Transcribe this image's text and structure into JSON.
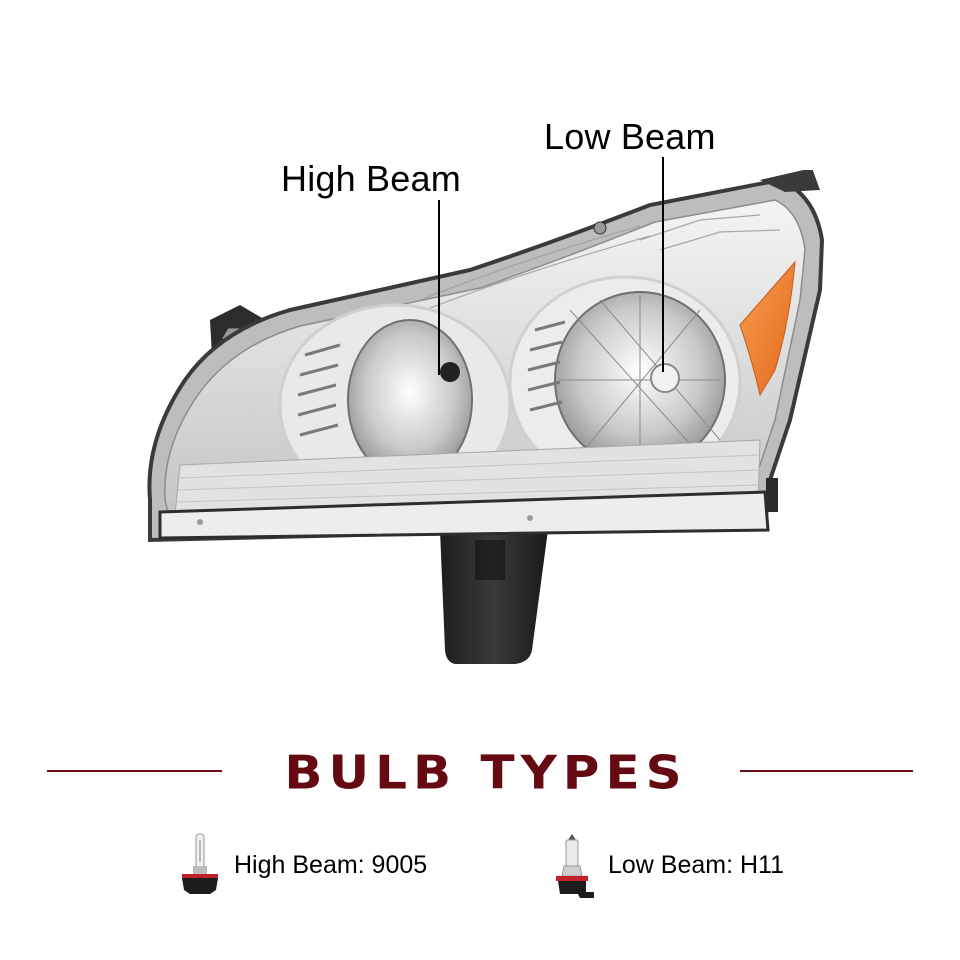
{
  "product_image": {
    "description": "Chrome housing driver-side headlight assembly with amber corner reflector",
    "colors": {
      "chrome": "#d9d9d9",
      "housing_black": "#2a2a2a",
      "amber": "#f0782a",
      "lens_edge": "#555555"
    }
  },
  "callouts": {
    "high_beam": {
      "label": "High Beam"
    },
    "low_beam": {
      "label": "Low Beam"
    }
  },
  "section": {
    "title": "BULB TYPES",
    "accent_color": "#650a12"
  },
  "bulbs": [
    {
      "icon": "9005-bulb-icon",
      "label": "High Beam: 9005"
    },
    {
      "icon": "h11-bulb-icon",
      "label": "Low Beam: H11"
    }
  ]
}
